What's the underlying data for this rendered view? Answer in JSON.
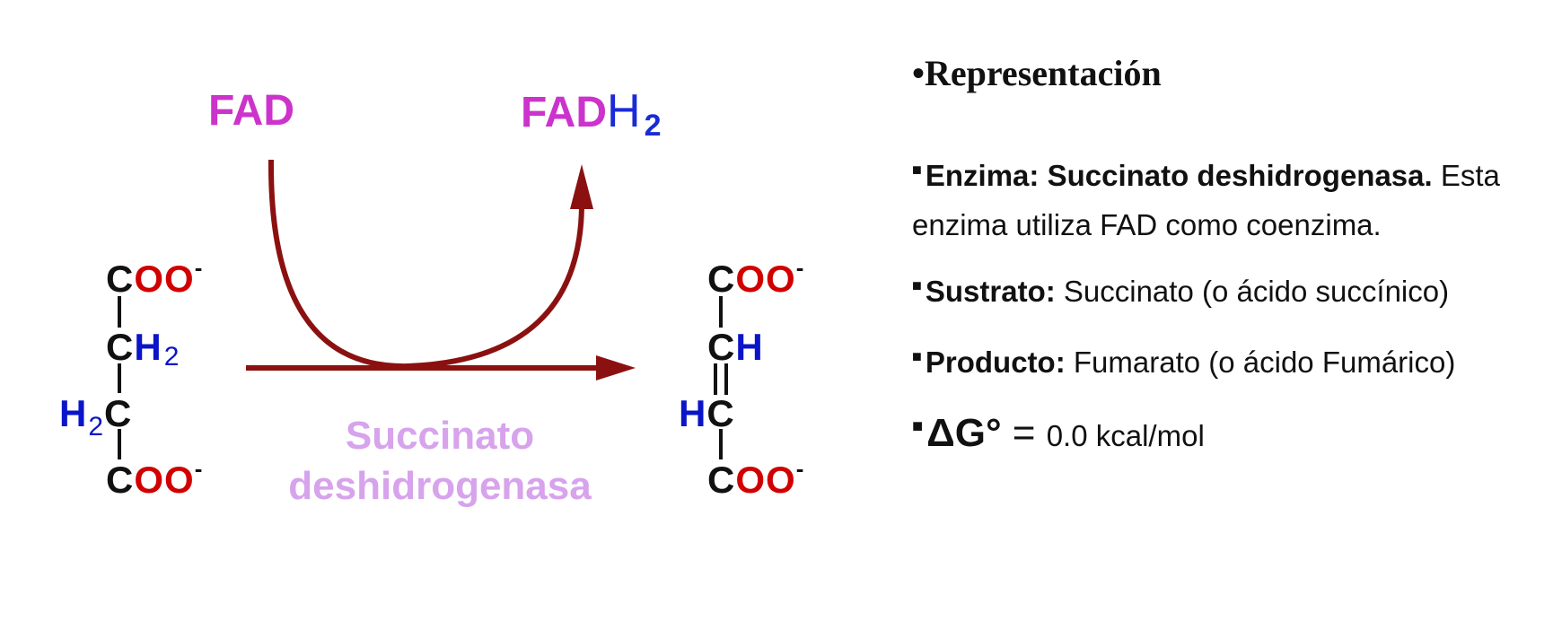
{
  "diagram": {
    "cofactor_in": "FAD",
    "cofactor_out": {
      "main": "FAD",
      "h": "H",
      "sub": "2"
    },
    "enzyme_label": [
      "Succinato",
      "deshidrogenasa"
    ],
    "substrate": {
      "c1": {
        "c": "C",
        "o": "OO",
        "charge": "-"
      },
      "c2": {
        "c": "C",
        "h": "H",
        "sub": "2"
      },
      "c3": {
        "h": "H",
        "sub": "2",
        "c": "C"
      },
      "c4": {
        "c": "C",
        "o": "OO",
        "charge": "-"
      }
    },
    "product": {
      "c1": {
        "c": "C",
        "o": "OO",
        "charge": "-"
      },
      "c2": {
        "c": "C",
        "h": "H"
      },
      "c3": {
        "h": "H",
        "c": "C"
      },
      "c4": {
        "c": "C",
        "o": "OO",
        "charge": "-"
      }
    },
    "colors": {
      "arrow": "#8b1111",
      "cofactor": "#cc33cc",
      "hydrogen": "#0a14c8",
      "oxygen": "#d10000",
      "enzyme": "#d7a3ec"
    }
  },
  "panel": {
    "title_bullet": "•",
    "title": "Representación",
    "bullet": "■",
    "enzyme": {
      "label": "Enzima: Succinato deshidrogenasa.",
      "text": " Esta enzima utiliza FAD como coenzima."
    },
    "substrate": {
      "label": "Sustrato:",
      "text": " Succinato (o ácido succínico)"
    },
    "product": {
      "label": "Producto:",
      "text": " Fumarato (o ácido Fumárico)"
    },
    "delta_g": {
      "label": "ΔG°",
      "eq": " = ",
      "text": "0.0 kcal/mol"
    }
  }
}
